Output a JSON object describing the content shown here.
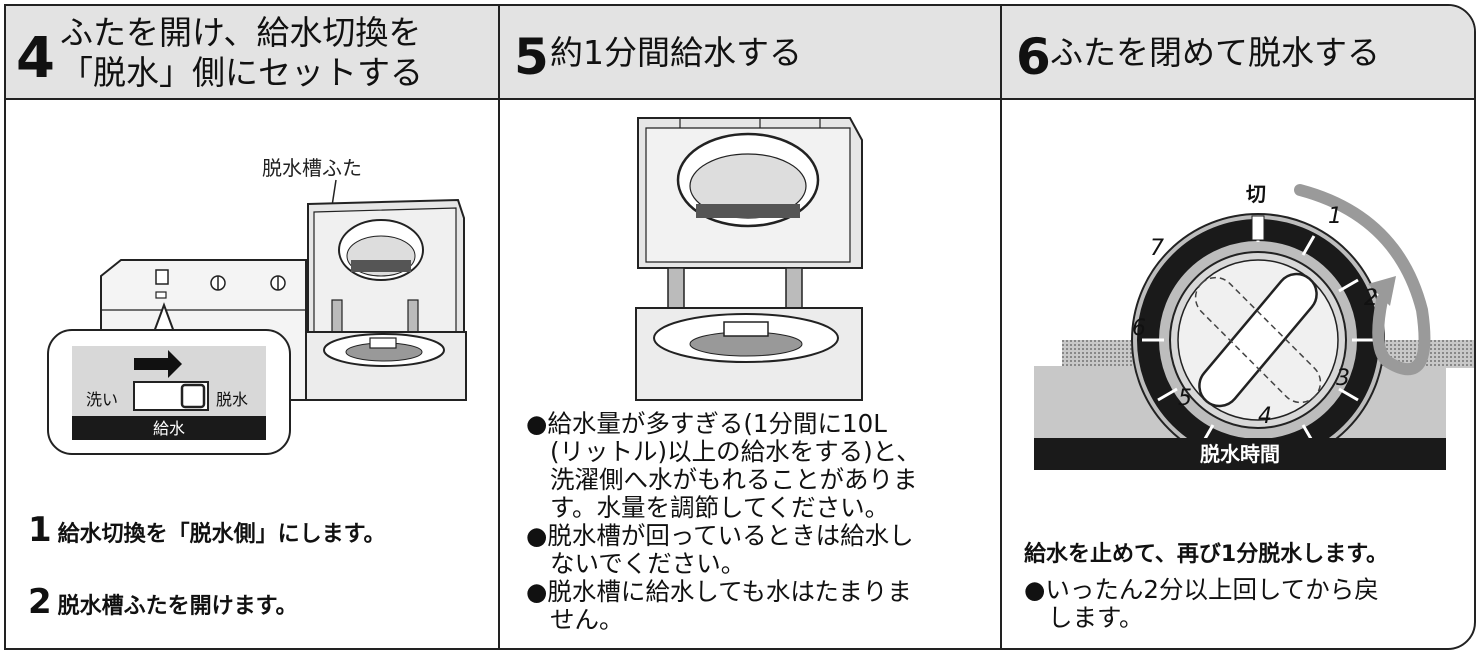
{
  "step4": {
    "number": "4",
    "title_line1": "ふたを開け、給水切換を",
    "title_line2": "「脱水」側にセットする",
    "lid_label": "脱水槽ふた",
    "switch_left": "洗い",
    "switch_right": "脱水",
    "switch_caption": "給水",
    "item1_num": "1",
    "item1_text": "給水切換を「脱水側」にします。",
    "item2_num": "2",
    "item2_text": "脱水槽ふたを開けます。"
  },
  "step5": {
    "number": "5",
    "title": "約1分間給水する",
    "notes": [
      "●給水量が多すぎる(1分間に10L",
      "(リットル)以上の給水をする)と、",
      "洗濯側へ水がもれることがありま",
      "す。水量を調節してください。",
      "●脱水槽が回っているときは給水し",
      "ないでください。",
      "●脱水槽に給水しても水はたまりま",
      "せん。"
    ]
  },
  "step6": {
    "number": "6",
    "title": "ふたを閉めて脱水する",
    "dial_off": "切",
    "dial_numbers": [
      "1",
      "2",
      "3",
      "4",
      "5",
      "6",
      "7"
    ],
    "timer_caption": "脱水時間",
    "bold_text": "給水を止めて、再び1分脱水します。",
    "note_line1": "●いったん2分以上回してから戻",
    "note_line2": "します。"
  },
  "colors": {
    "header_bg": "#e3e3e3",
    "border": "#222222",
    "dark_bar": "#1a1a1a",
    "arrow": "#9a9a9a"
  }
}
